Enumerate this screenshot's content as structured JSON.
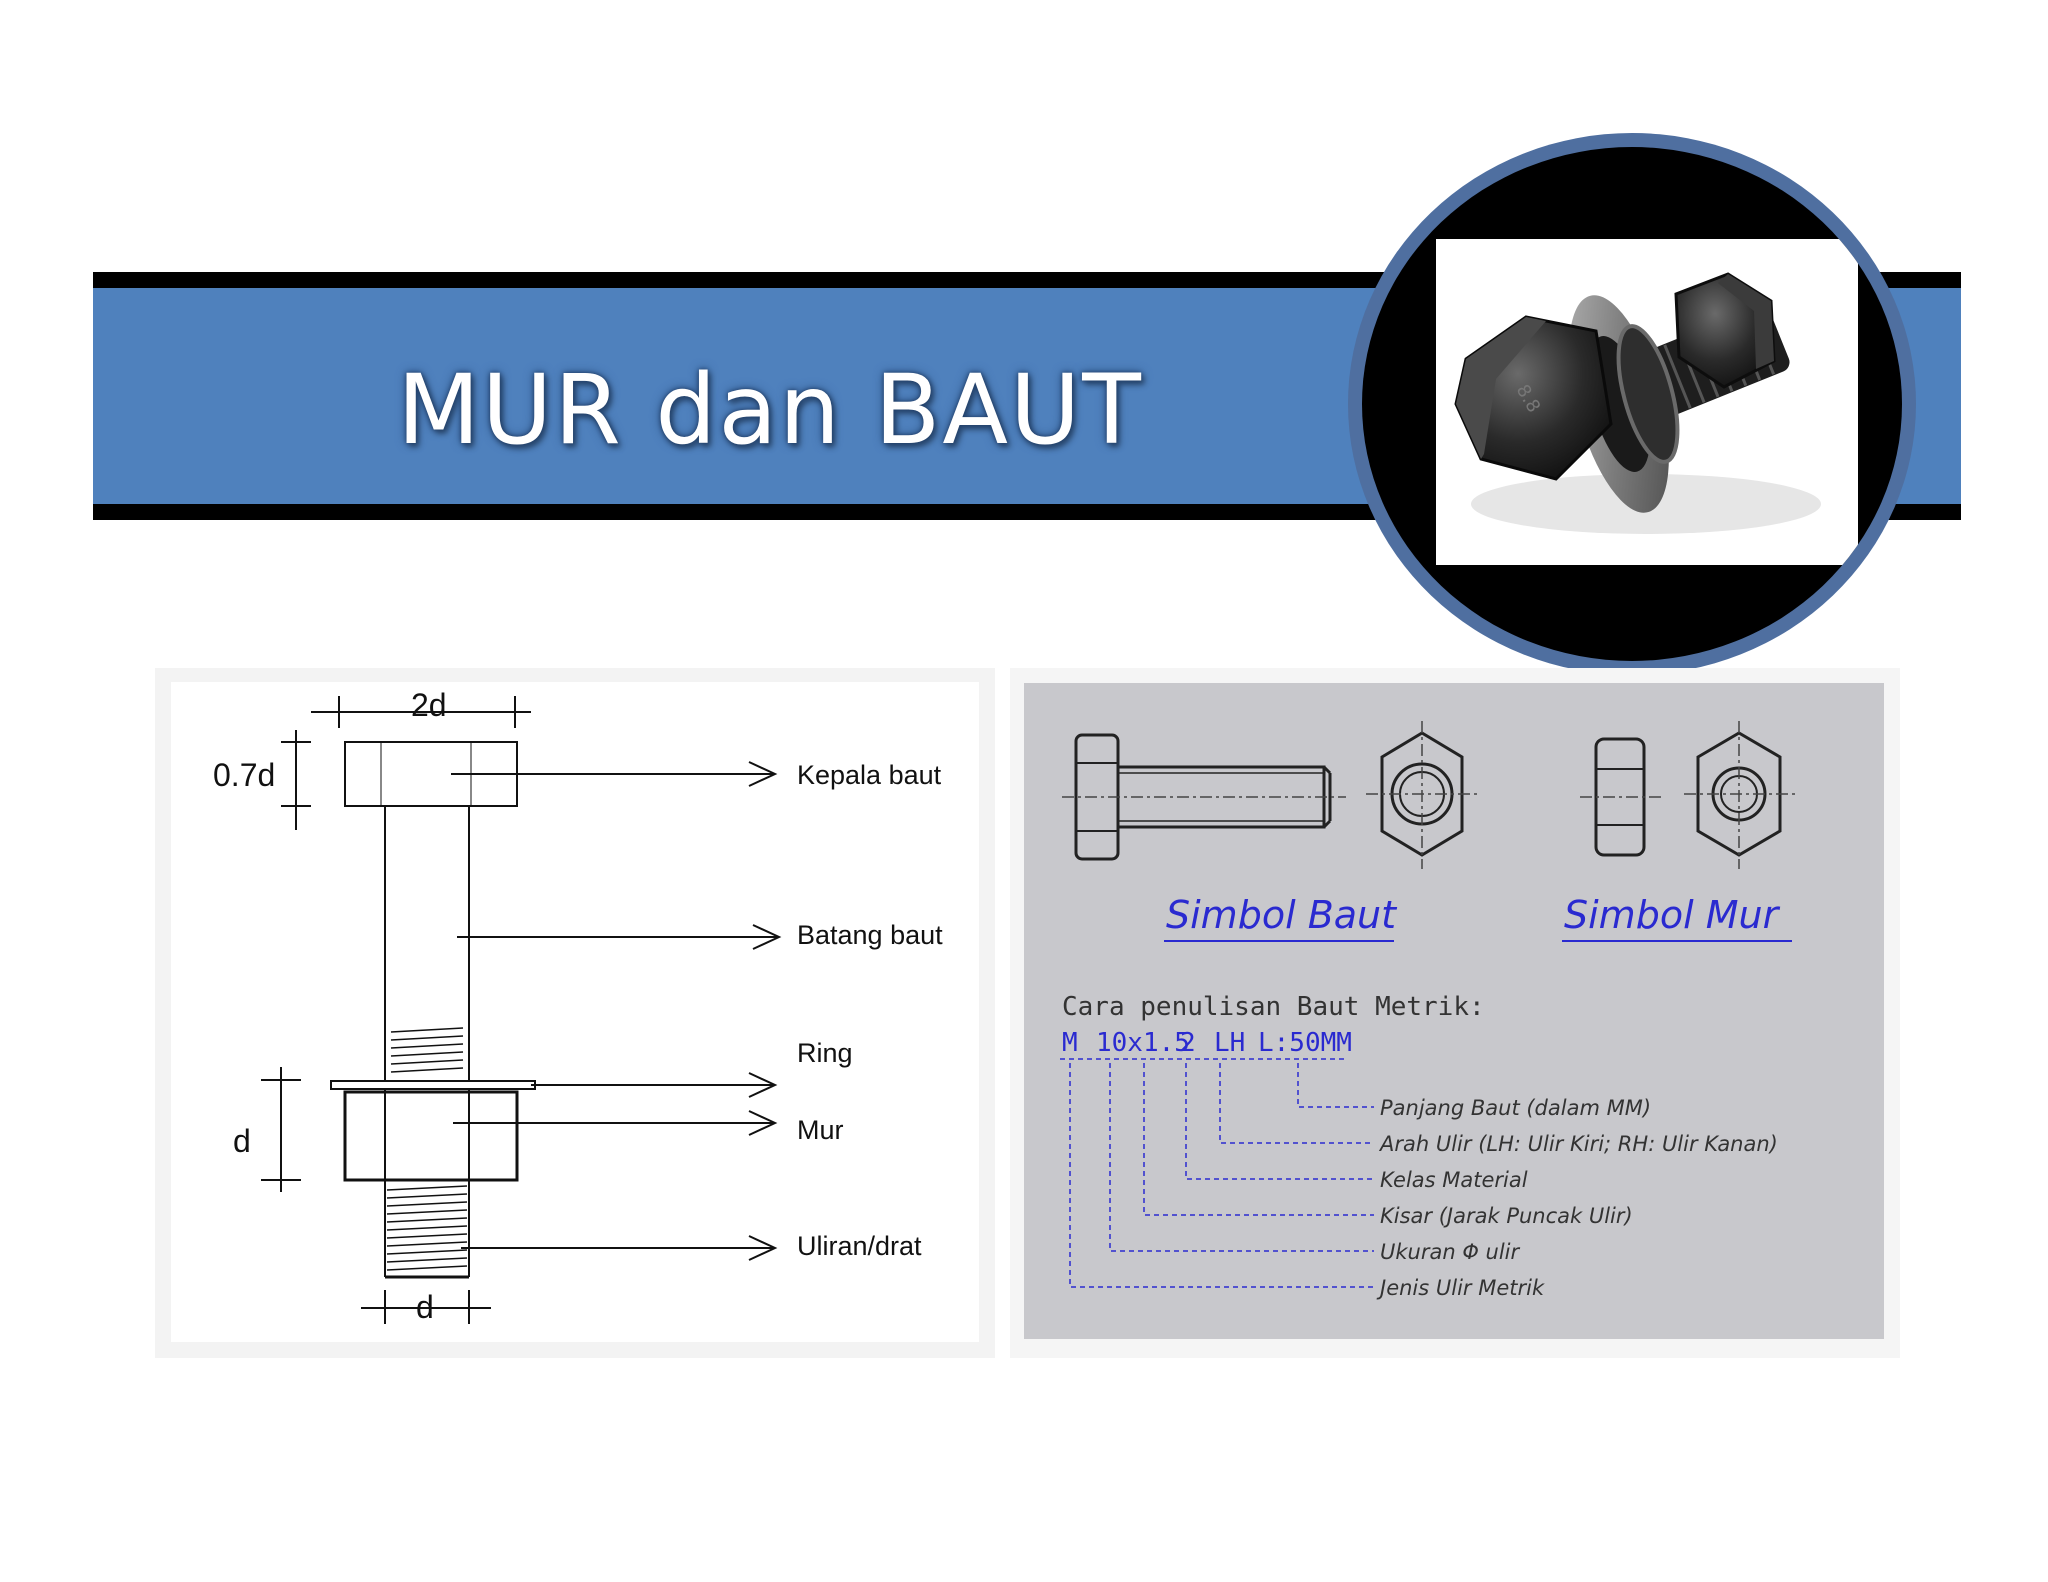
{
  "title": "MUR dan BAUT",
  "photo": {
    "subject": "black hex bolt with washers and nut"
  },
  "left_diagram": {
    "dim_top": "2d",
    "dim_head": "0.7d",
    "dim_nut": "d",
    "dim_bottom": "d",
    "labels": {
      "head": "Kepala baut",
      "shank": "Batang baut",
      "washer": "Ring",
      "nut": "Mur",
      "thread": "Uliran/drat"
    }
  },
  "right_diagram": {
    "symbol_bolt": "Simbol  Baut",
    "symbol_nut": "Simbol   Mur",
    "heading": "Cara penulisan Baut Metrik:",
    "code": {
      "m": "M",
      "size": "10x1.5",
      "grade": "2",
      "dir": "LH",
      "length": "L:50MM"
    },
    "legend": {
      "length": "Panjang Baut (dalam MM)",
      "direction": "Arah Ulir (LH: Ulir Kiri; RH: Ulir Kanan)",
      "grade": "Kelas Material",
      "pitch": "Kisar (Jarak Puncak Ulir)",
      "diameter": "Ukuran Φ ulir",
      "type": "Jenis Ulir Metrik"
    }
  },
  "colors": {
    "band_blue": "#4f81bd",
    "band_black": "#000000",
    "ring_blue": "#4f6fa0",
    "cad_blue": "#2a2ad0",
    "cad_gray": "#c8c8cc"
  }
}
